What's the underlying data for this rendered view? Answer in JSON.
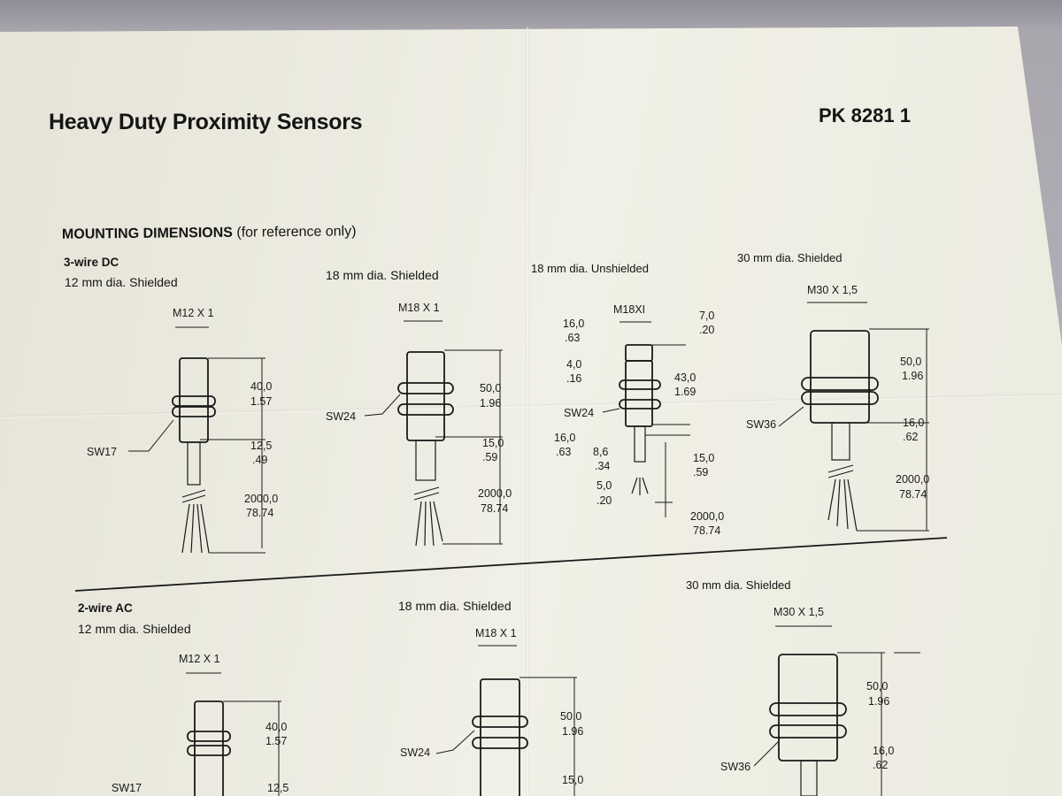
{
  "document": {
    "title": "Heavy Duty Proximity Sensors",
    "doc_number": "PK 8281 1",
    "heading_bold": "MOUNTING DIMENSIONS",
    "heading_note": "(for reference only)"
  },
  "section_dc": {
    "label": "3-wire DC",
    "sensors": [
      {
        "caption": "12 mm dia. Shielded",
        "thread": "M12 X 1",
        "wrench": "SW17",
        "dims": [
          [
            "40,0",
            "1.57"
          ],
          [
            "12,5",
            ".49"
          ],
          [
            "2000,0",
            "78.74"
          ]
        ]
      },
      {
        "caption": "18 mm dia. Shielded",
        "thread": "M18 X 1",
        "wrench": "SW24",
        "dims": [
          [
            "50,0",
            "1.96"
          ],
          [
            "15,0",
            ".59"
          ],
          [
            "2000,0",
            "78.74"
          ]
        ]
      },
      {
        "caption": "18 mm dia. Unshielded",
        "thread": "M18XI",
        "wrench": "SW24",
        "dims_left": [
          [
            "16,0",
            ".63"
          ],
          [
            "4,0",
            ".16"
          ],
          [
            "16,0",
            ".63"
          ],
          [
            "8,6",
            ".34"
          ],
          [
            "5,0",
            ".20"
          ]
        ],
        "dims_right": [
          [
            "7,0",
            ".20"
          ],
          [
            "43,0",
            "1.69"
          ],
          [
            "15,0",
            ".59"
          ],
          [
            "2000,0",
            "78.74"
          ]
        ]
      },
      {
        "caption": "30 mm dia. Shielded",
        "thread": "M30 X 1,5",
        "wrench": "SW36",
        "dims": [
          [
            "50,0",
            "1.96"
          ],
          [
            "16,0",
            ".62"
          ],
          [
            "2000,0",
            "78.74"
          ]
        ]
      }
    ]
  },
  "section_ac": {
    "label": "2-wire AC",
    "sensors": [
      {
        "caption": "12 mm dia. Shielded",
        "thread": "M12 X 1",
        "wrench": "SW17",
        "dims": [
          [
            "40,0",
            "1.57"
          ],
          [
            "12,5",
            ""
          ]
        ]
      },
      {
        "caption": "18 mm dia. Shielded",
        "thread": "M18 X 1",
        "wrench": "SW24",
        "dims": [
          [
            "50,0",
            "1.96"
          ],
          [
            "15,0",
            ""
          ]
        ]
      },
      {
        "caption": "30 mm dia. Shielded",
        "thread": "M30 X 1,5",
        "wrench": "SW36",
        "dims": [
          [
            "50,0",
            "1.96"
          ],
          [
            "16,0",
            ".62"
          ]
        ]
      }
    ]
  }
}
